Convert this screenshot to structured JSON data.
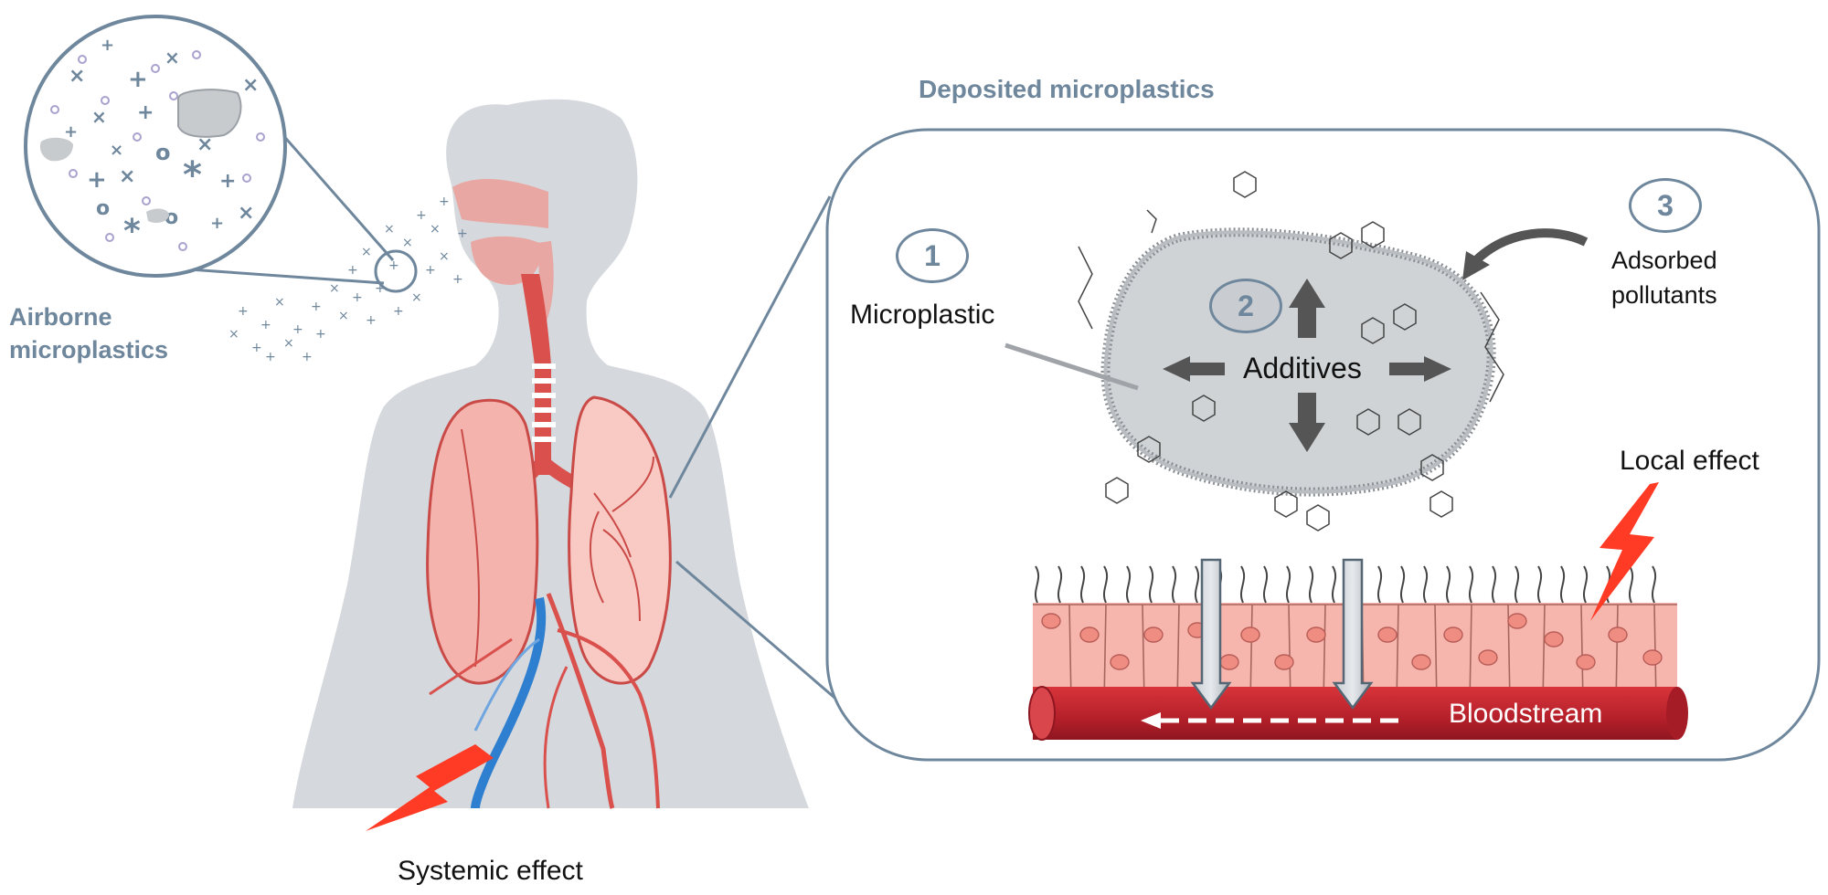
{
  "labels": {
    "airborne_line1": "Airborne",
    "airborne_line2": "microplastics",
    "deposited_title": "Deposited microplastics",
    "microplastic": "Microplastic",
    "additives": "Additives",
    "adsorbed_line1": "Adsorbed",
    "adsorbed_line2": "pollutants",
    "local_effect": "Local effect",
    "systemic_effect": "Systemic effect",
    "bloodstream": "Bloodstream"
  },
  "markers": [
    "1",
    "2",
    "3"
  ],
  "colors": {
    "accent": "#6f879c",
    "body_silhouette": "#d5d8dc",
    "lung": "#f4b3ad",
    "lung_outline": "#c94a46",
    "airway": "#d9504c",
    "blood_vessel": "#c0272d",
    "vein": "#2f7fd1",
    "cells": "#f6b6ae",
    "lightning": "#ff3b25",
    "particle_fill": "#c8cbce",
    "arrow": "#555555"
  }
}
